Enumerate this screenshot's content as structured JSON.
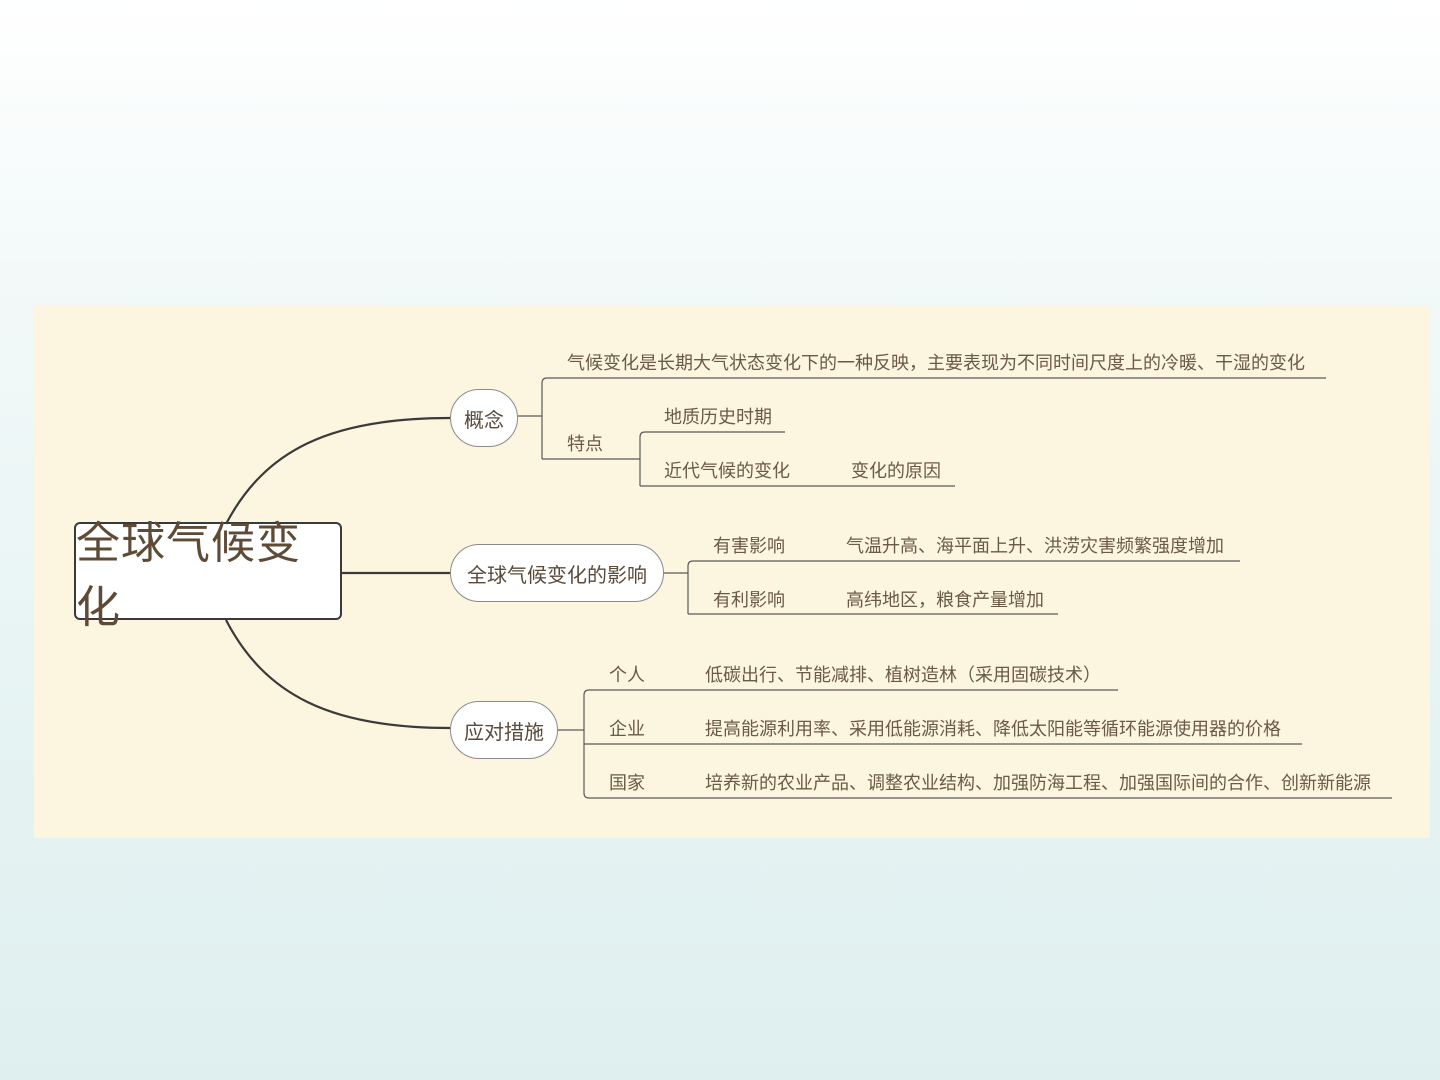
{
  "root": "全球气候变化",
  "branches": {
    "concept": {
      "label": "概念",
      "definition": "气候变化是长期大气状态变化下的一种反映，主要表现为不同时间尺度上的冷暖、干湿的变化",
      "features_label": "特点",
      "feature_geo": "地质历史时期",
      "feature_modern": "近代气候的变化",
      "feature_modern_cause": "变化的原因"
    },
    "impact": {
      "label": "全球气候变化的影响",
      "harmful_label": "有害影响",
      "harmful_detail": "气温升高、海平面上升、洪涝灾害频繁强度增加",
      "beneficial_label": "有利影响",
      "beneficial_detail": "高纬地区，粮食产量增加"
    },
    "measures": {
      "label": "应对措施",
      "individual_label": "个人",
      "individual_detail": "低碳出行、节能减排、植树造林（采用固碳技术）",
      "enterprise_label": "企业",
      "enterprise_detail": "提高能源利用率、采用低能源消耗、降低太阳能等循环能源使用器的价格",
      "nation_label": "国家",
      "nation_detail": "培养新的农业产品、调整农业结构、加强防海工程、加强国际间的合作、创新新能源"
    }
  },
  "colors": {
    "panel": "#fcf5e0",
    "line": "#3a3a3a",
    "text": "#6b5a45"
  }
}
